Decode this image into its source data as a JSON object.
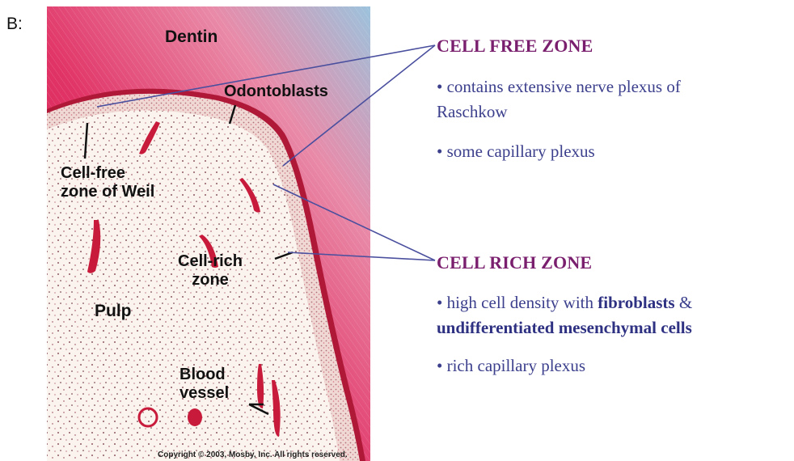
{
  "figure_label": "B:",
  "micrograph": {
    "labels": {
      "dentin": "Dentin",
      "odontoblasts": "Odontoblasts",
      "cell_free_line1": "Cell-free",
      "cell_free_line2": "zone of Weil",
      "cell_rich_line1": "Cell-rich",
      "cell_rich_line2": "zone",
      "pulp": "Pulp",
      "blood_line1": "Blood",
      "blood_line2": "vessel"
    },
    "copyright": "Copyright © 2003, Mosby, Inc.  All rights reserved."
  },
  "cell_free_zone": {
    "heading": "CELL FREE ZONE",
    "bullet1": "• contains extensive nerve plexus of Raschkow",
    "bullet2": "• some capillary plexus"
  },
  "cell_rich_zone": {
    "heading": "CELL RICH ZONE",
    "bullet1_prefix": "• high cell density with ",
    "bullet1_bold1": "fibroblasts",
    "bullet1_mid": " & ",
    "bullet1_bold2": "undifferentiated mesenchymal cells",
    "bullet2": "• rich capillary plexus"
  },
  "colors": {
    "dentin": "#d81b4a",
    "heading": "#7a1f6e",
    "body_text": "#3b3f8c",
    "pointer_lines": "#4a4f9e"
  }
}
